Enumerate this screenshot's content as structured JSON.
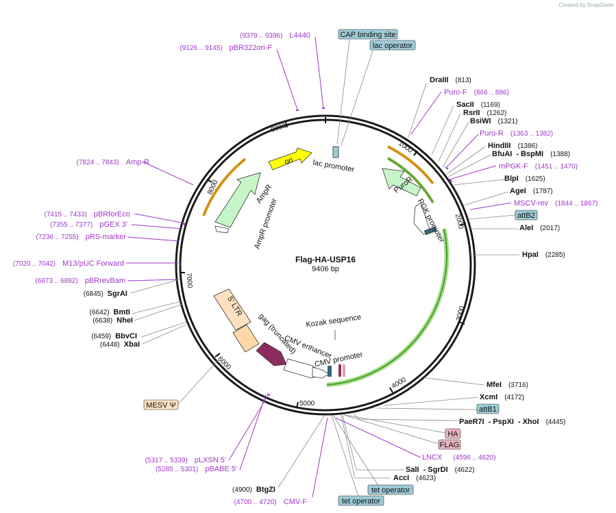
{
  "credit": "Created by SnapGene",
  "plasmid": {
    "name": "Flag-HA-USP16",
    "length": "9406 bp",
    "length_bp": 9406
  },
  "ticks": [
    "1000",
    "2000",
    "3000",
    "4000",
    "5000",
    "6000",
    "7000",
    "8000",
    "9000"
  ],
  "features": [
    "ori",
    "AmpR",
    "AmpR promoter",
    "lac promoter",
    "PuroR",
    "PGK promoter",
    "5' LTR",
    "gag (truncated)",
    "CMV enhancer",
    "CMV promoter",
    "Kozak sequence"
  ],
  "enzymes": [
    {
      "name": "DraIII",
      "pos": "(813)"
    },
    {
      "name": "SacII",
      "pos": "(1169)"
    },
    {
      "name": "RsrII",
      "pos": "(1262)"
    },
    {
      "name": "BsiWI",
      "pos": "(1321)"
    },
    {
      "name": "HindIII",
      "pos": "(1386)"
    },
    {
      "name": "BfuAI",
      "name2": "- BspMI",
      "pos": "(1388)"
    },
    {
      "name": "BlpI",
      "pos": "(1625)"
    },
    {
      "name": "AgeI",
      "pos": "(1787)"
    },
    {
      "name": "AleI",
      "pos": "(2017)"
    },
    {
      "name": "HpaI",
      "pos": "(2285)"
    },
    {
      "name": "MfeI",
      "pos": "(3716)"
    },
    {
      "name": "XcmI",
      "pos": "(4172)"
    },
    {
      "name": "PaeR7I",
      "name2": "- PspXI",
      "name3": "- XhoI",
      "pos": "(4445)"
    },
    {
      "name": "SalI",
      "name2": "- SgrDI",
      "pos": "(4622)"
    },
    {
      "name": "AccI",
      "pos": "(4623)"
    },
    {
      "name": "BtgZI",
      "pos": "(4900)"
    },
    {
      "name": "XbaI",
      "pos": "(6448)"
    },
    {
      "name": "BbvCI",
      "pos": "(6459)"
    },
    {
      "name": "NheI",
      "pos": "(6638)"
    },
    {
      "name": "BmtI",
      "pos": "(6642)"
    },
    {
      "name": "SgrAI",
      "pos": "(6845)"
    }
  ],
  "primers": [
    {
      "name": "L4440",
      "range": "(9379 .. 9396)"
    },
    {
      "name": "pBR322ori-F",
      "range": "(9126 .. 9145)"
    },
    {
      "name": "Puro-F",
      "range": "(866 .. 886)"
    },
    {
      "name": "Puro-R",
      "range": "(1363 .. 1382)"
    },
    {
      "name": "mPGK-F",
      "range": "(1451 .. 1470)"
    },
    {
      "name": "MSCV-rev",
      "range": "(1844 .. 1867)"
    },
    {
      "name": "LNCX",
      "range": "(4596 .. 4620)"
    },
    {
      "name": "CMV-F",
      "range": "(4700 .. 4720)"
    },
    {
      "name": "pLXSN 5'",
      "range": "(5317 .. 5339)"
    },
    {
      "name": "pBABE 5'",
      "range": "(5285 .. 5301)"
    },
    {
      "name": "Amp-R",
      "range": "(7824 .. 7843)"
    },
    {
      "name": "pBRforEco",
      "range": "(7415 .. 7433)"
    },
    {
      "name": "pGEX 3'",
      "range": "(7355 .. 7377)"
    },
    {
      "name": "pRS-marker",
      "range": "(7236 .. 7255)"
    },
    {
      "name": "M13/pUC Forward",
      "range": "(7020 .. 7042)"
    },
    {
      "name": "pBRrevBam",
      "range": "(6873 .. 6892)"
    }
  ],
  "boxes": [
    "CAP binding site",
    "lac operator",
    "attB2",
    "attB1",
    "HA",
    "FLAG",
    "tet operator",
    "tet operator",
    "MESV Ψ"
  ],
  "colors": {
    "primer": "#a035c8",
    "ori": "#ffff00",
    "amp": "#c8f5c8",
    "ltr": "#ffe0c0",
    "gag": "#ffd8a8",
    "cmvp": "#8b2c5c",
    "box_blue": "#9dcbd6",
    "box_pink": "#e8b4c0",
    "box_tan": "#ffe0c0",
    "orange_arc": "#d49010",
    "green_arc": "#66aa33"
  }
}
